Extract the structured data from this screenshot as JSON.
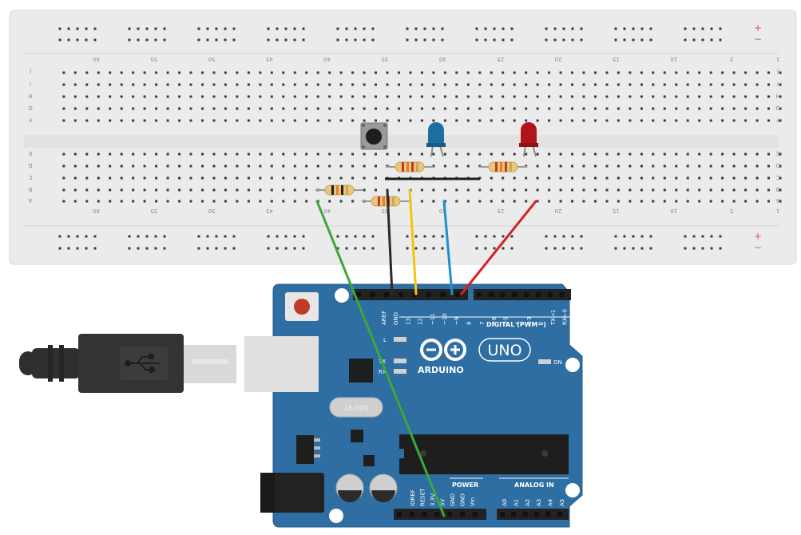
{
  "breadboard": {
    "top_rows": [
      "J",
      "I",
      "H",
      "G",
      "F"
    ],
    "bottom_rows": [
      "E",
      "D",
      "C",
      "B",
      "A"
    ],
    "column_numbers": [
      "60",
      "55",
      "50",
      "45",
      "40",
      "35",
      "30",
      "25",
      "20",
      "15",
      "10",
      "5",
      "1"
    ],
    "rail_plus": "+",
    "rail_minus": "−"
  },
  "arduino": {
    "brand": "ARDUINO",
    "model": "UNO",
    "digital_label": "DIGITAL (PWM~)",
    "power_label": "POWER",
    "analog_label": "ANALOG IN",
    "on_label": "ON",
    "led_l": "L",
    "led_tx": "TX",
    "led_rx": "RX",
    "crystal_label": "16.000",
    "digital_pins_left": [
      "AREF",
      "GND",
      "13",
      "12",
      "~11",
      "~10",
      "~9",
      "8"
    ],
    "digital_pins_right": [
      "7",
      "~6",
      "~5",
      "4",
      "~3",
      "2",
      "TX→1",
      "RX←0"
    ],
    "power_pins": [
      "IOREF",
      "RESET",
      "3.3V",
      "5V",
      "GND",
      "GND",
      "Vin"
    ],
    "analog_pins": [
      "A0",
      "A1",
      "A2",
      "A3",
      "A4",
      "A5"
    ]
  },
  "components": {
    "pushbutton": "pushbutton",
    "led_blue_color": "#1c6f9e",
    "led_red_color": "#b3141b",
    "resistor_body": "#e8c77c"
  },
  "wires": {
    "green": "#3aa83a",
    "black": "#2a2a2a",
    "yellow": "#f2c511",
    "blue": "#1e8ed0",
    "red": "#d92020"
  },
  "colors": {
    "breadboard": "#ebebeb",
    "arduino_board": "#2e6ea3",
    "usb_cable": "#2f2f2f"
  }
}
